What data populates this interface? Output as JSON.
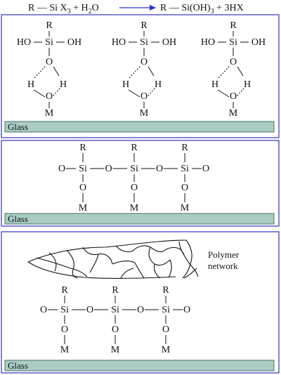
{
  "equation": {
    "reactants": "R — Si X",
    "reactant_sub": "3",
    "water": " + H",
    "water_sub": "2",
    "water_tail": "O",
    "products": "R — Si(OH)",
    "products_sub": "3",
    "products_tail": " + 3HX",
    "arrow_color": "#2233cc"
  },
  "atoms": {
    "R": "R",
    "Si": "Si",
    "HO": "HO",
    "OH": "OH",
    "O": "O",
    "H": "H",
    "M": "M"
  },
  "panels": [
    {
      "substrate_label": "Glass"
    },
    {
      "substrate_label": "Glass"
    },
    {
      "substrate_label": "Glass",
      "network_label_line1": "Polymer",
      "network_label_line2": "network"
    }
  ],
  "colors": {
    "panel_border": "#3333bb",
    "glass_fill": "#a9cdc5"
  }
}
